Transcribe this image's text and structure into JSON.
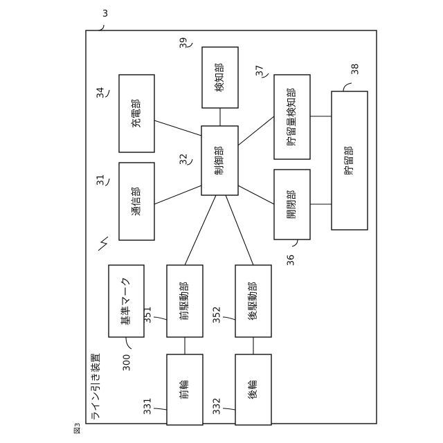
{
  "figure_label": "図3",
  "device": {
    "ref": "3",
    "title": "ライン引き装置"
  },
  "blocks": {
    "charging": {
      "ref": "34",
      "label": "充電部"
    },
    "communication": {
      "ref": "31",
      "label": "通信部"
    },
    "detection": {
      "ref": "39",
      "label": "検知部"
    },
    "control": {
      "ref": "32",
      "label": "制御部"
    },
    "storage_sensor": {
      "ref": "37",
      "label": "貯留量検知部"
    },
    "storage": {
      "ref": "38",
      "label": "貯留部"
    },
    "valve": {
      "ref": "36",
      "label": "開閉部"
    },
    "reference_mark": {
      "ref": "300",
      "label": "基準マーク"
    },
    "front_drive": {
      "ref": "351",
      "label": "前駆動部"
    },
    "rear_drive": {
      "ref": "352",
      "label": "後駆動部"
    },
    "front_wheel": {
      "ref": "331",
      "label": "前輪"
    },
    "rear_wheel": {
      "ref": "332",
      "label": "後輪"
    }
  }
}
